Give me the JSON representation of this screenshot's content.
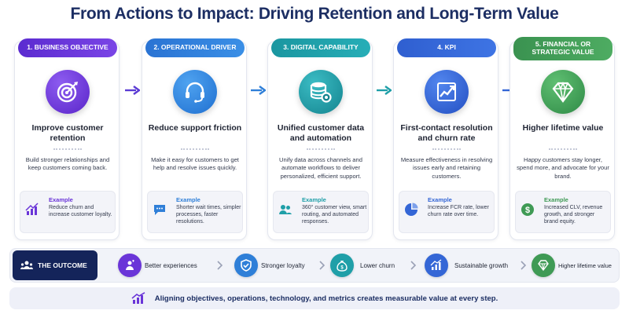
{
  "title": "From Actions to Impact: Driving Retention and Long-Term Value",
  "colors": {
    "purple": "#6a35d8",
    "blue": "#2f7fd8",
    "teal": "#1f9fa8",
    "indigo": "#3466d6",
    "green": "#3f9a55",
    "navy": "#14245a"
  },
  "steps": [
    {
      "label": "1. BUSINESS OBJECTIVE",
      "icon": "target-icon",
      "title": "Improve customer retention",
      "description": "Build stronger relationships and keep customers coming back.",
      "example_label": "Example",
      "example_icon": "growth-chart-icon",
      "example_text": "Reduce churn and increase customer loyalty."
    },
    {
      "label": "2. OPERATIONAL DRIVER",
      "icon": "headset-icon",
      "title": "Reduce support friction",
      "description": "Make it easy for customers to get help and resolve issues quickly.",
      "example_label": "Example",
      "example_icon": "chat-bubble-icon",
      "example_text": "Shorter wait times, simpler processes, faster resolutions."
    },
    {
      "label": "3. DIGITAL CAPABILITY",
      "icon": "database-gear-icon",
      "title": "Unified customer data and automation",
      "description": "Unify data across channels and automate workflows to deliver personalized, efficient support.",
      "example_label": "Example",
      "example_icon": "users-icon",
      "example_text": "360° customer view, smart routing, and automated responses."
    },
    {
      "label": "4. KPI",
      "icon": "trend-chart-icon",
      "title": "First-contact resolution and churn rate",
      "description": "Measure effectiveness in resolving issues early and retaining customers.",
      "example_label": "Example",
      "example_icon": "pie-chart-icon",
      "example_text": "Increase FCR rate, lower churn rate over time."
    },
    {
      "label": "5. FINANCIAL OR STRATEGIC VALUE",
      "icon": "diamond-icon",
      "title": "Higher lifetime value",
      "description": "Happy customers stay longer, spend more, and advocate for your brand.",
      "example_label": "Example",
      "example_icon": "dollar-coin-icon",
      "example_text": "Increased CLV, revenue growth, and stronger brand equity."
    }
  ],
  "outcome": {
    "label": "THE OUTCOME",
    "items": [
      {
        "text": "Better experiences",
        "icon": "people-heart-icon"
      },
      {
        "text": "Stronger loyalty",
        "icon": "shield-check-icon"
      },
      {
        "text": "Lower churn",
        "icon": "money-bag-icon"
      },
      {
        "text": "Sustainable growth",
        "icon": "growth-chart-icon"
      },
      {
        "text": "Higher lifetime value",
        "icon": "diamond-icon"
      }
    ]
  },
  "footer": {
    "text": "Aligning objectives, operations, technology, and metrics creates measurable value at every step."
  }
}
